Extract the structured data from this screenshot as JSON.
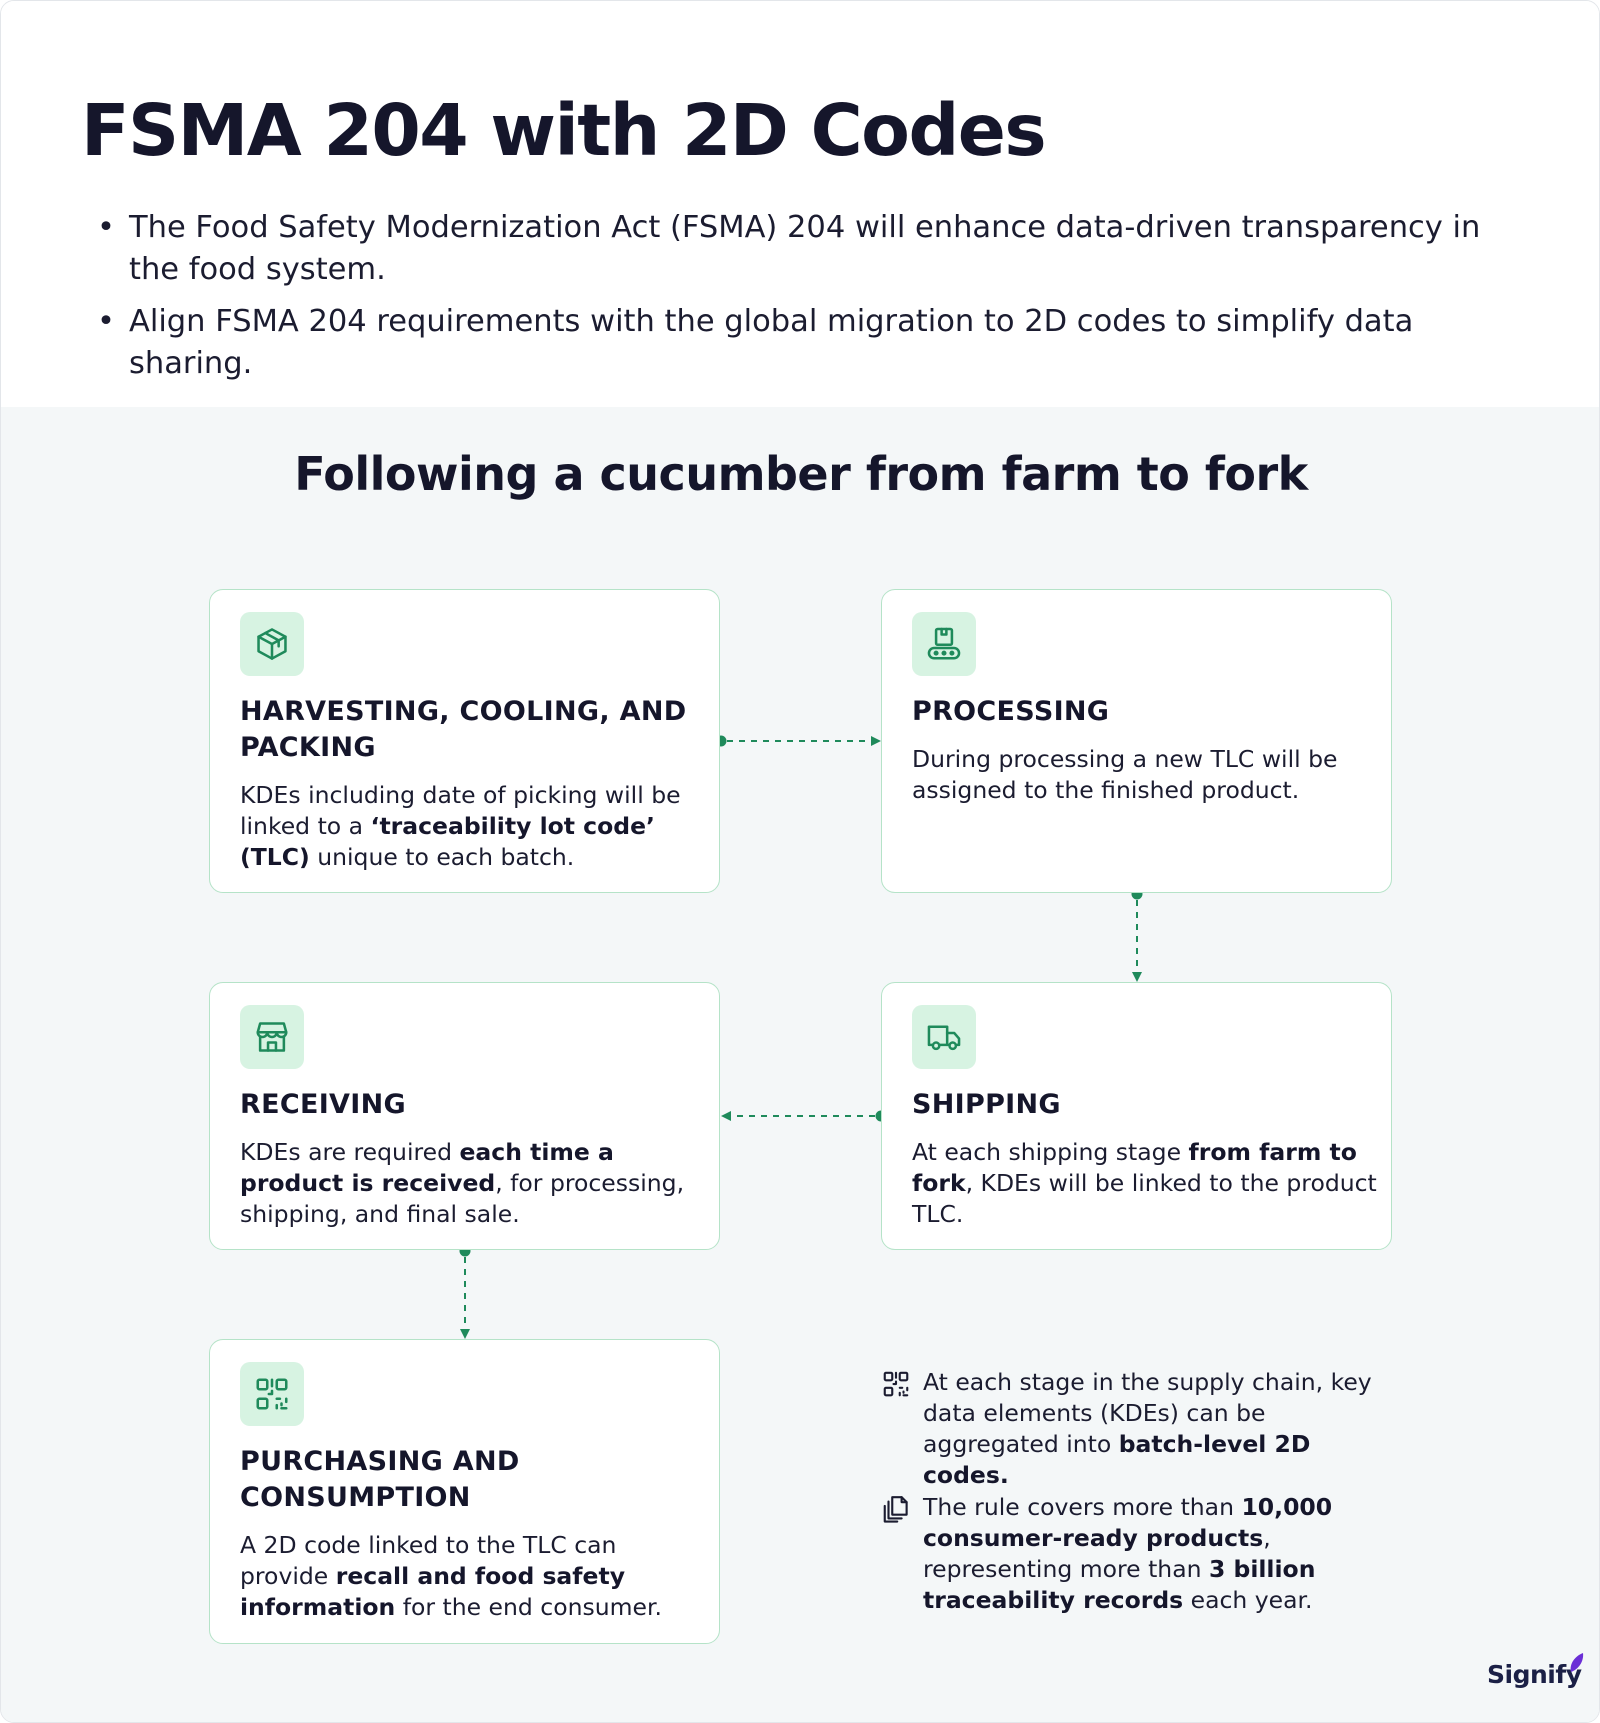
{
  "header": {
    "title": "FSMA 204 with 2D Codes",
    "bullets": [
      "The Food Safety Modernization Act (FSMA) 204 will enhance data-driven transparency in the food system.",
      "Align FSMA 204 requirements with the global migration to 2D codes to simplify data sharing."
    ]
  },
  "flow": {
    "title": "Following a cucumber from farm to fork",
    "cards": {
      "harvest": {
        "icon": "package-icon",
        "title": "HARVESTING, COOLING, AND PACKING",
        "body": [
          "KDEs including date of picking will be linked to a ",
          "‘traceability lot code’ (TLC)",
          " unique to each batch."
        ]
      },
      "processing": {
        "icon": "conveyor-icon",
        "title": "PROCESSING",
        "body": [
          "During processing a new TLC will be assigned to the finished product."
        ]
      },
      "shipping": {
        "icon": "truck-icon",
        "title": "SHIPPING",
        "body": [
          "At each shipping stage ",
          "from farm to fork",
          ", KDEs will be linked to the product TLC."
        ]
      },
      "receiving": {
        "icon": "store-icon",
        "title": "RECEIVING",
        "body": [
          "KDEs are required ",
          "each time a product is received",
          ", for processing, shipping, and final sale."
        ]
      },
      "purchasing": {
        "icon": "qr-code-icon",
        "title": "PURCHASING AND CONSUMPTION",
        "body": [
          "A 2D code linked to the TLC can provide ",
          "recall and food safety information",
          " for the end consumer."
        ]
      }
    },
    "notes": {
      "kde": {
        "icon": "qr-code-icon",
        "text": [
          "At each stage in the supply chain, key data elements (KDEs) can be aggregated into ",
          "batch-level 2D codes."
        ]
      },
      "rule": {
        "icon": "documents-icon",
        "text": [
          "The rule covers more than ",
          "10,000 consumer-ready products",
          ", representing more than ",
          "3 billion traceability records",
          " each year."
        ]
      }
    }
  },
  "brand": {
    "logo": "Signify"
  },
  "colors": {
    "accent": "#1f8a5b",
    "card_border": "#b5e3c8",
    "icon_bg": "#d7f3e2",
    "section_bg": "#f4f7f8"
  }
}
